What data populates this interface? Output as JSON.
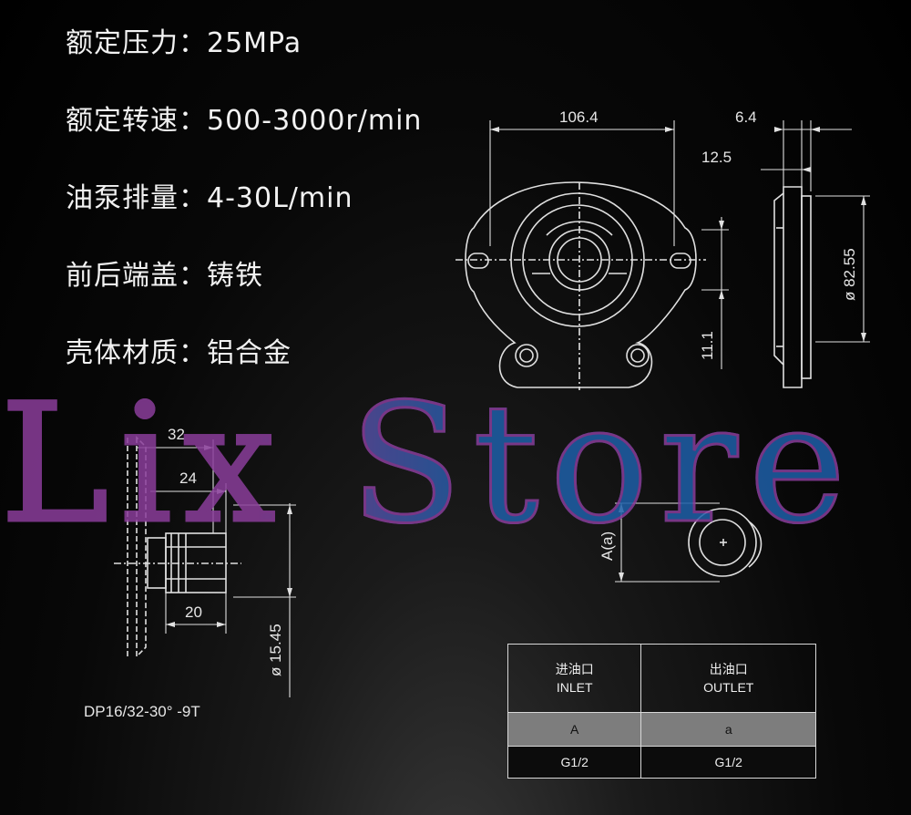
{
  "specs": [
    {
      "label": "额定压力：",
      "value": "25MPa"
    },
    {
      "label": "额定转速：",
      "value": "500-3000r/min"
    },
    {
      "label": "油泵排量：",
      "value": "4-30L/min"
    },
    {
      "label": "前后端盖：",
      "value": "铸铁"
    },
    {
      "label": "壳体材质：",
      "value": "铝合金"
    }
  ],
  "front_view": {
    "width": "106.4",
    "flange_thickness": "6.4",
    "depth": "12.5",
    "pilot_diameter": "ø 82.55",
    "offset": "11.1"
  },
  "shaft_view": {
    "length_total": "32",
    "length_step": "24",
    "spline_length": "20",
    "spline_diameter": "ø 15.45",
    "spec": "DP16/32-30°  -9T"
  },
  "port_view": {
    "label": "A(a)"
  },
  "port_table": {
    "inlet_cn": "进油口",
    "inlet_en": "INLET",
    "outlet_cn": "出油口",
    "outlet_en": "OUTLET",
    "inlet_port": "A",
    "outlet_port": "a",
    "inlet_thread": "G1/2",
    "outlet_thread": "G1/2"
  },
  "watermark": {
    "text": "Lix Store",
    "color_left": "#8a3d9a",
    "color_right": "#1e5fa8"
  }
}
